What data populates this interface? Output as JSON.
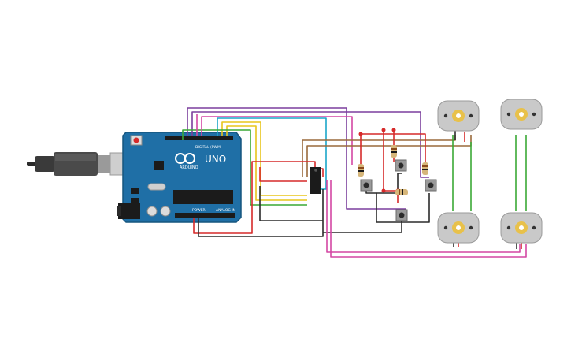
{
  "board": {
    "brand": "ARDUINO",
    "model": "UNO",
    "digital_label": "DIGITAL (PWM~)",
    "power_label": "POWER",
    "analog_label": "ANALOG IN",
    "icon": "arduino-infinity-logo-icon"
  },
  "components": {
    "usb_cable": "usb-cable-icon",
    "motor_driver": "motor-driver-ic-icon",
    "push_buttons": 4,
    "resistors": 4,
    "motors": 4
  },
  "colors": {
    "board": "#1f6fa6",
    "board_dark": "#17567f",
    "wire_red": "#d62a2a",
    "wire_black": "#2b2b2b",
    "wire_green": "#3aa835",
    "wire_yellow": "#e8c51c",
    "wire_purple": "#7b3f9d",
    "wire_cyan": "#1ba6c9",
    "wire_brown": "#9a6a3c",
    "wire_pink": "#d447a3",
    "motor_body": "#c9c9c9"
  }
}
